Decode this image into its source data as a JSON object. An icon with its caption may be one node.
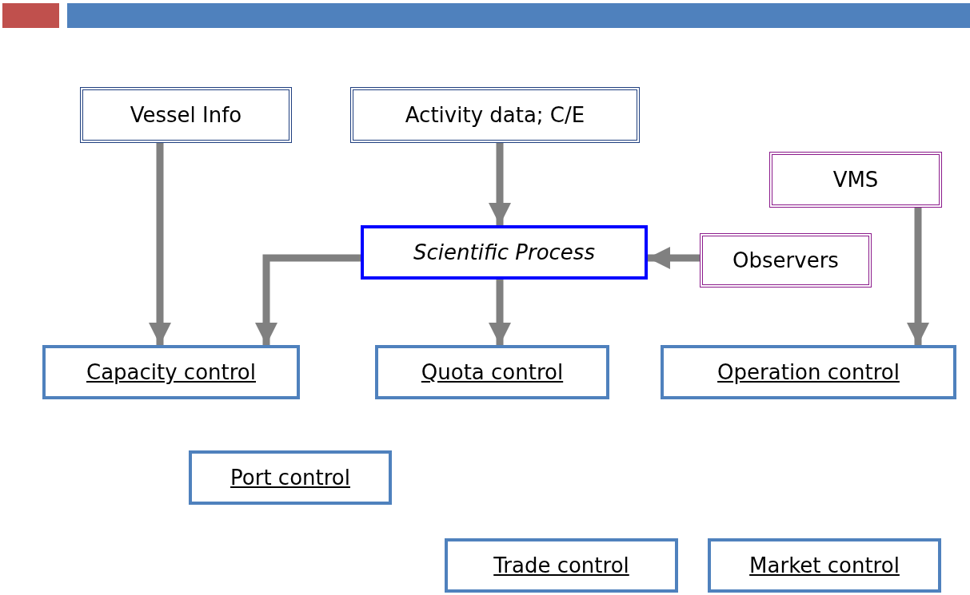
{
  "diagram": {
    "nodes": [
      {
        "text": [
          "Vessel Info"
        ]
      },
      {
        "text": [
          "Activity data; C/E"
        ]
      },
      {
        "text": [
          "VMS"
        ]
      },
      {
        "text": [
          "Scientific Process"
        ]
      },
      {
        "text": [
          "Observers"
        ]
      },
      {
        "text": [
          "Capacity control"
        ]
      },
      {
        "text": [
          "Quota control"
        ]
      },
      {
        "text": [
          "Operation control"
        ]
      },
      {
        "text": [
          "Port control"
        ]
      },
      {
        "text": [
          "Trade control"
        ]
      },
      {
        "text": [
          "Market control"
        ]
      }
    ],
    "edges": [
      {
        "from": 0,
        "to": 5,
        "arrow": "to"
      },
      {
        "from": 1,
        "to": 3,
        "arrow": "to"
      },
      {
        "from": 3,
        "to": 5,
        "arrow": "to"
      },
      {
        "from": 4,
        "to": 3,
        "arrow": "to"
      },
      {
        "from": 3,
        "to": 6,
        "arrow": "to"
      },
      {
        "from": 2,
        "to": 7,
        "arrow": "to"
      }
    ]
  }
}
